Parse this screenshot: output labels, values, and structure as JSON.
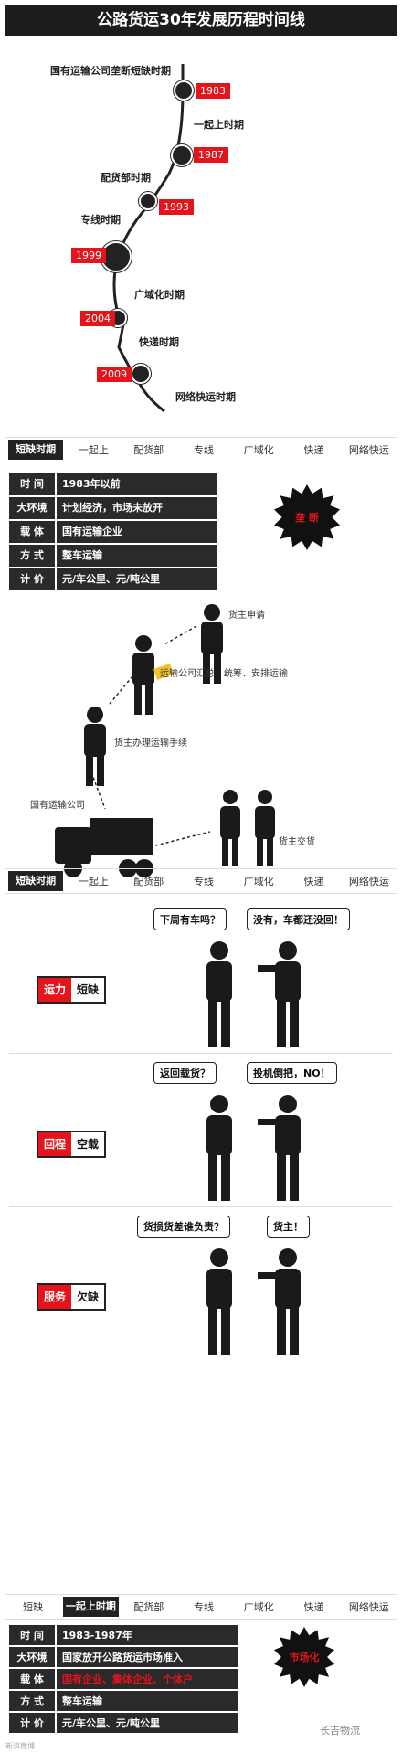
{
  "title": "公路货运30年发展历程时间线",
  "timeline": [
    {
      "label": "国有运输公司垄断短缺时期",
      "year": "1983",
      "icon": "truck-front-icon"
    },
    {
      "label": "一起上时期",
      "year": "1987",
      "icon": "car-icon"
    },
    {
      "label": "配货部时期",
      "year": "1993",
      "icon": "road-icon"
    },
    {
      "label": "专线时期",
      "year": "1999",
      "icon": "bus-icon"
    },
    {
      "label": "广域化时期",
      "year": "2004",
      "icon": "mail-icon"
    },
    {
      "label": "快递时期",
      "year": "2009",
      "icon": "fuel-pump-icon"
    },
    {
      "label": "网络快运时期",
      "year": "",
      "icon": ""
    }
  ],
  "tabs1": [
    "短缺时期",
    "一起上",
    "配货部",
    "专线",
    "广域化",
    "快递",
    "网络快运"
  ],
  "tabs3": [
    "短缺",
    "一起上时期",
    "配货部",
    "专线",
    "广域化",
    "快递",
    "网络快运"
  ],
  "info1": {
    "rows": [
      {
        "k": "时 间",
        "v": "1983年以前"
      },
      {
        "k": "大环境",
        "v": "计划经济，市场未放开"
      },
      {
        "k": "载 体",
        "v": "国有运输企业"
      },
      {
        "k": "方 式",
        "v": "整车运输"
      },
      {
        "k": "计 价",
        "v": "元/车公里、元/吨公里"
      }
    ],
    "burst": "垄 断"
  },
  "flow": {
    "shipper_request": "货主申请",
    "company_arrange": "运输公司汇总、统筹、安排运输",
    "shipper_procedure": "货主办理运输手续",
    "state_company": "国有运输公司",
    "handover": "货主交货"
  },
  "dialogs": [
    {
      "tag_red": "运力",
      "tag_white": "短缺",
      "q": "下周有车吗？",
      "a": "没有，车都还没回！"
    },
    {
      "tag_red": "回程",
      "tag_white": "空载",
      "q": "返回载货？",
      "a": "投机倒把，NO！"
    },
    {
      "tag_red": "服务",
      "tag_white": "欠缺",
      "q": "货损货差谁负责？",
      "a": "货主！"
    }
  ],
  "info2": {
    "rows": [
      {
        "k": "时 间",
        "v": "1983-1987年"
      },
      {
        "k": "大环境",
        "v": "国家放开公路货运市场准入"
      },
      {
        "k": "载 体",
        "v": "国有企业、集体企业、个体户"
      },
      {
        "k": "方 式",
        "v": "整车运输"
      },
      {
        "k": "计 价",
        "v": "元/车公里、元/吨公里"
      }
    ],
    "burst": "市场化"
  },
  "watermark": "长吉物流",
  "watermark_left": "新浪微博"
}
